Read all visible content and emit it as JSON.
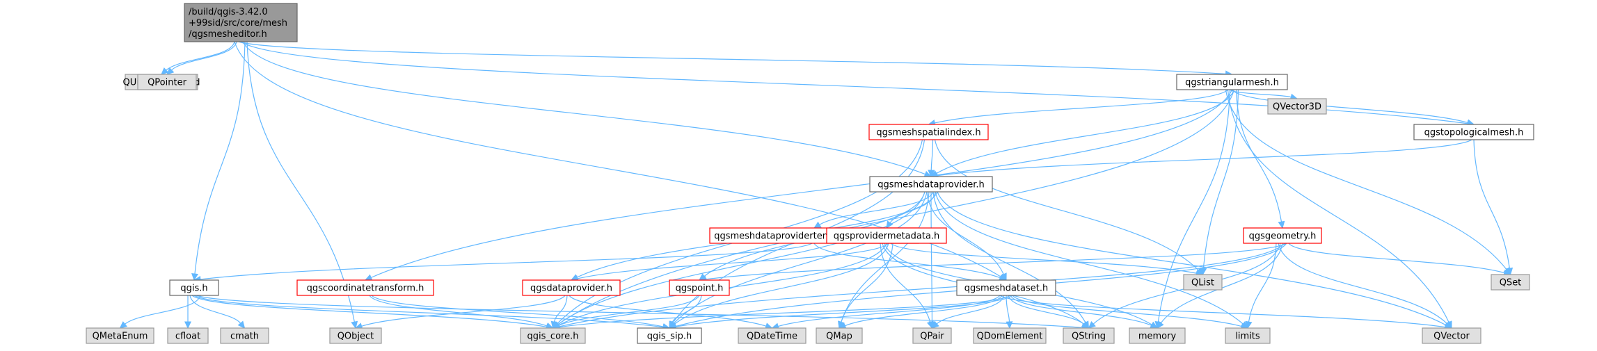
{
  "diagram": {
    "title": "",
    "colors": {
      "edge": "#63b8ff",
      "main_fill": "#999999",
      "normal_border": "#666666",
      "red_border": "#ff0000",
      "gray_fill": "#e0e0e0",
      "gray_border": "#999999"
    },
    "nodes": [
      {
        "id": "main",
        "kind": "main",
        "lines": [
          "/build/qgis-3.42.0",
          "+99sid/src/core/mesh",
          "/qgsmesheditor.h"
        ]
      },
      {
        "id": "qundocommand",
        "kind": "gray",
        "lines": [
          "QUndoCommand"
        ]
      },
      {
        "id": "qpointer",
        "kind": "gray",
        "lines": [
          "QPointer"
        ]
      },
      {
        "id": "qgstriangularmesh",
        "kind": "normal",
        "lines": [
          "qgstriangularmesh.h"
        ]
      },
      {
        "id": "qgsmeshspatialindex",
        "kind": "red",
        "lines": [
          "qgsmeshspatialindex.h"
        ]
      },
      {
        "id": "qvector3d",
        "kind": "gray",
        "lines": [
          "QVector3D"
        ]
      },
      {
        "id": "qgstopologicalmesh",
        "kind": "normal",
        "lines": [
          "qgstopologicalmesh.h"
        ]
      },
      {
        "id": "qgsmeshdataprovider",
        "kind": "normal",
        "lines": [
          "qgsmeshdataprovider.h"
        ]
      },
      {
        "id": "qgsmdptemporal",
        "kind": "red",
        "lines": [
          "qgsmeshdataprovidertemporalcapabilities.h"
        ]
      },
      {
        "id": "qgsprovidermetadata",
        "kind": "red",
        "lines": [
          "qgsprovidermetadata.h"
        ]
      },
      {
        "id": "qgsgeometry",
        "kind": "red",
        "lines": [
          "qgsgeometry.h"
        ]
      },
      {
        "id": "qlist",
        "kind": "gray",
        "lines": [
          "QList"
        ]
      },
      {
        "id": "qset",
        "kind": "gray",
        "lines": [
          "QSet"
        ]
      },
      {
        "id": "qgis",
        "kind": "normal",
        "lines": [
          "qgis.h"
        ]
      },
      {
        "id": "qgscoordinatetransform",
        "kind": "red",
        "lines": [
          "qgscoordinatetransform.h"
        ]
      },
      {
        "id": "qgsdataprovider",
        "kind": "red",
        "lines": [
          "qgsdataprovider.h"
        ]
      },
      {
        "id": "qgspoint",
        "kind": "red",
        "lines": [
          "qgspoint.h"
        ]
      },
      {
        "id": "qgsmeshdataset",
        "kind": "normal",
        "lines": [
          "qgsmeshdataset.h"
        ]
      },
      {
        "id": "qmetaenum",
        "kind": "gray",
        "lines": [
          "QMetaEnum"
        ]
      },
      {
        "id": "cfloat",
        "kind": "gray",
        "lines": [
          "cfloat"
        ]
      },
      {
        "id": "cmath",
        "kind": "gray",
        "lines": [
          "cmath"
        ]
      },
      {
        "id": "qobject",
        "kind": "gray",
        "lines": [
          "QObject"
        ]
      },
      {
        "id": "qgis_core",
        "kind": "gray",
        "lines": [
          "qgis_core.h"
        ]
      },
      {
        "id": "qgis_sip",
        "kind": "normal",
        "lines": [
          "qgis_sip.h"
        ]
      },
      {
        "id": "qdatetime",
        "kind": "gray",
        "lines": [
          "QDateTime"
        ]
      },
      {
        "id": "qmap",
        "kind": "gray",
        "lines": [
          "QMap"
        ]
      },
      {
        "id": "qpair",
        "kind": "gray",
        "lines": [
          "QPair"
        ]
      },
      {
        "id": "qdomelement",
        "kind": "gray",
        "lines": [
          "QDomElement"
        ]
      },
      {
        "id": "qstring",
        "kind": "gray",
        "lines": [
          "QString"
        ]
      },
      {
        "id": "memory",
        "kind": "gray",
        "lines": [
          "memory"
        ]
      },
      {
        "id": "limits",
        "kind": "gray",
        "lines": [
          "limits"
        ]
      },
      {
        "id": "qvector",
        "kind": "gray",
        "lines": [
          "QVector"
        ]
      }
    ],
    "edges": [
      [
        "main",
        "qundocommand"
      ],
      [
        "main",
        "qpointer"
      ],
      [
        "main",
        "qgstriangularmesh"
      ],
      [
        "main",
        "qgstopologicalmesh"
      ],
      [
        "main",
        "qgsmeshdataprovider"
      ],
      [
        "main",
        "qgis"
      ],
      [
        "main",
        "qobject"
      ],
      [
        "main",
        "qgsmeshdataset"
      ],
      [
        "qgstriangularmesh",
        "qgsmeshspatialindex"
      ],
      [
        "qgstriangularmesh",
        "qvector3d"
      ],
      [
        "qgstriangularmesh",
        "qgstopologicalmesh"
      ],
      [
        "qgstriangularmesh",
        "qgsmeshdataprovider"
      ],
      [
        "qgstriangularmesh",
        "qgsgeometry"
      ],
      [
        "qgstriangularmesh",
        "qlist"
      ],
      [
        "qgstriangularmesh",
        "qset"
      ],
      [
        "qgstriangularmesh",
        "qvector"
      ],
      [
        "qgstriangularmesh",
        "memory"
      ],
      [
        "qgstriangularmesh",
        "qgscoordinatetransform"
      ],
      [
        "qgstriangularmesh",
        "qgis_core"
      ],
      [
        "qgsmeshspatialindex",
        "qgsmeshdataprovider"
      ],
      [
        "qgsmeshspatialindex",
        "qlist"
      ],
      [
        "qgsmeshspatialindex",
        "qgis_core"
      ],
      [
        "qgsmeshspatialindex",
        "qgis_sip"
      ],
      [
        "qgstopologicalmesh",
        "qgsmeshdataprovider"
      ],
      [
        "qgstopologicalmesh",
        "qset"
      ],
      [
        "qgsmeshdataprovider",
        "qgsmdptemporal"
      ],
      [
        "qgsmeshdataprovider",
        "qgsprovidermetadata"
      ],
      [
        "qgsmeshdataprovider",
        "qgsdataprovider"
      ],
      [
        "qgsmeshdataprovider",
        "qgspoint"
      ],
      [
        "qgsmeshdataprovider",
        "qgsmeshdataset"
      ],
      [
        "qgsmeshdataprovider",
        "qmap"
      ],
      [
        "qgsmeshdataprovider",
        "qpair"
      ],
      [
        "qgsmeshdataprovider",
        "qstring"
      ],
      [
        "qgsmeshdataprovider",
        "limits"
      ],
      [
        "qgsmeshdataprovider",
        "qvector"
      ],
      [
        "qgsmeshdataprovider",
        "qgis_core"
      ],
      [
        "qgsmeshdataprovider",
        "qgis_sip"
      ],
      [
        "qgsmdptemporal",
        "qgis"
      ],
      [
        "qgsmdptemporal",
        "qgsmeshdataset"
      ],
      [
        "qgsprovidermetadata",
        "qgsdataprovider"
      ],
      [
        "qgsprovidermetadata",
        "qlist"
      ],
      [
        "qgsprovidermetadata",
        "qmap"
      ],
      [
        "qgsprovidermetadata",
        "qpair"
      ],
      [
        "qgsprovidermetadata",
        "qstring"
      ],
      [
        "qgsprovidermetadata",
        "memory"
      ],
      [
        "qgsprovidermetadata",
        "qgis_core"
      ],
      [
        "qgsprovidermetadata",
        "qgis_sip"
      ],
      [
        "qgsgeometry",
        "qgspoint"
      ],
      [
        "qgsgeometry",
        "qset"
      ],
      [
        "qgsgeometry",
        "limits"
      ],
      [
        "qgsgeometry",
        "qvector"
      ],
      [
        "qgsgeometry",
        "qstring"
      ],
      [
        "qgsgeometry",
        "memory"
      ],
      [
        "qgsgeometry",
        "qgis_core"
      ],
      [
        "qgsgeometry",
        "qgis_sip"
      ],
      [
        "qgis",
        "qmetaenum"
      ],
      [
        "qgis",
        "cfloat"
      ],
      [
        "qgis",
        "cmath"
      ],
      [
        "qgis",
        "qgis_core"
      ],
      [
        "qgis",
        "qgis_sip"
      ],
      [
        "qgis",
        "qstring"
      ],
      [
        "qgscoordinatetransform",
        "qgis_core"
      ],
      [
        "qgscoordinatetransform",
        "qgis_sip"
      ],
      [
        "qgsdataprovider",
        "qobject"
      ],
      [
        "qgsdataprovider",
        "qgis_core"
      ],
      [
        "qgsdataprovider",
        "qdatetime"
      ],
      [
        "qgspoint",
        "qgis_core"
      ],
      [
        "qgspoint",
        "qgis_sip"
      ],
      [
        "qgsmeshdataset",
        "qgis_core"
      ],
      [
        "qgsmeshdataset",
        "qgis_sip"
      ],
      [
        "qgsmeshdataset",
        "qdatetime"
      ],
      [
        "qgsmeshdataset",
        "qmap"
      ],
      [
        "qgsmeshdataset",
        "qpair"
      ],
      [
        "qgsmeshdataset",
        "qdomelement"
      ],
      [
        "qgsmeshdataset",
        "qstring"
      ],
      [
        "qgsmeshdataset",
        "memory"
      ],
      [
        "qgsmeshdataset",
        "limits"
      ],
      [
        "qgsmeshdataset",
        "qvector"
      ]
    ]
  }
}
